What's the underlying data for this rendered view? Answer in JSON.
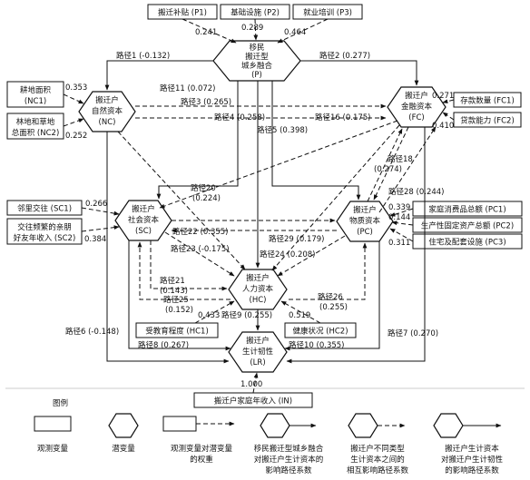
{
  "observed": {
    "p1": "搬迁补贴 (P1)",
    "p2": "基础设施 (P2)",
    "p3": "就业培训 (P3)",
    "nc1_line1": "耕地面积",
    "nc1_line2": "(NC1)",
    "nc2_line1": "林地和草地",
    "nc2_line2": "总面积 (NC2)",
    "sc1": "邻里交往 (SC1)",
    "sc2_line1": "交往频繁的亲朋",
    "sc2_line2": "好友年收入 (SC2)",
    "fc1": "存款数量 (FC1)",
    "fc2": "贷款能力 (FC2)",
    "pc1": "家庭消费品总额 (PC1)",
    "pc2": "生产性固定资产总额 (PC2)",
    "pc3": "住宅及配套设施 (PC3)",
    "hc1": "受教育程度 (HC1)",
    "hc2": "健康状况 (HC2)",
    "in": "搬迁户家庭年收入 (IN)"
  },
  "latent": {
    "p": [
      "移民",
      "搬迁型",
      "城乡融合",
      "(P)"
    ],
    "nc": [
      "搬迁户",
      "自然资本",
      "(NC)"
    ],
    "fc": [
      "搬迁户",
      "金融资本",
      "(FC)"
    ],
    "sc": [
      "搬迁户",
      "社会资本",
      "(SC)"
    ],
    "pc": [
      "搬迁户",
      "物质资本",
      "(PC)"
    ],
    "hc": [
      "搬迁户",
      "人力资本",
      "(HC)"
    ],
    "lr": [
      "搬迁户",
      "生计韧性",
      "(LR)"
    ]
  },
  "loadings": {
    "p1": "0.241",
    "p2": "0.289",
    "p3": "0.464",
    "nc1": "0.353",
    "nc2": "0.252",
    "sc1": "0.266",
    "sc2": "0.384",
    "fc1": "0.271",
    "fc2": "0.410",
    "pc1": "0.339",
    "pc2": "0.144",
    "pc3": "0.311",
    "hc1": "0.433",
    "hc2": "0.519",
    "in": "1.000"
  },
  "paths": {
    "p1": "路径1 (-0.132)",
    "p2": "路径2 (0.277)",
    "p3": "路径3 (0.265)",
    "p4": "路径4 (0.258)",
    "p5": "路径5 (0.398)",
    "p6": "路径6 (-0.148)",
    "p7": "路径7 (0.270)",
    "p8": "路径8 (0.267)",
    "p9": "路径9 (0.255)",
    "p10": "路径10 (0.355)",
    "p11": "路径11 (0.072)",
    "p16": "路径16 (0.175)",
    "p18_a": "路径18",
    "p18_b": "(0.274)",
    "p20_a": "路径20",
    "p20_b": "(0.224)",
    "p21_a": "路径21",
    "p21_b": "(0.143)",
    "p22": "路径22 (0.355)",
    "p23": "路径23 (-0.175)",
    "p24": "路径24 (0.208)",
    "p25_a": "路径25",
    "p25_b": "(0.152)",
    "p26_a": "路径26",
    "p26_b": "(0.255)",
    "p28": "路径28 (0.244)",
    "p29": "路径29 (0.179)"
  },
  "legend": {
    "title": "图例",
    "obs": "观测变量",
    "lat": "潜变量",
    "weight": [
      "观测变量对潜变量",
      "的权重"
    ],
    "p_path": [
      "移民搬迁型城乡融合",
      "对搬迁户生计资本的",
      "影响路径系数"
    ],
    "mutual": [
      "搬迁户不同类型",
      "生计资本之间的",
      "相互影响路径系数"
    ],
    "lr_path": [
      "搬迁户生计资本",
      "对搬迁户生计韧性",
      "的影响路径系数"
    ]
  }
}
